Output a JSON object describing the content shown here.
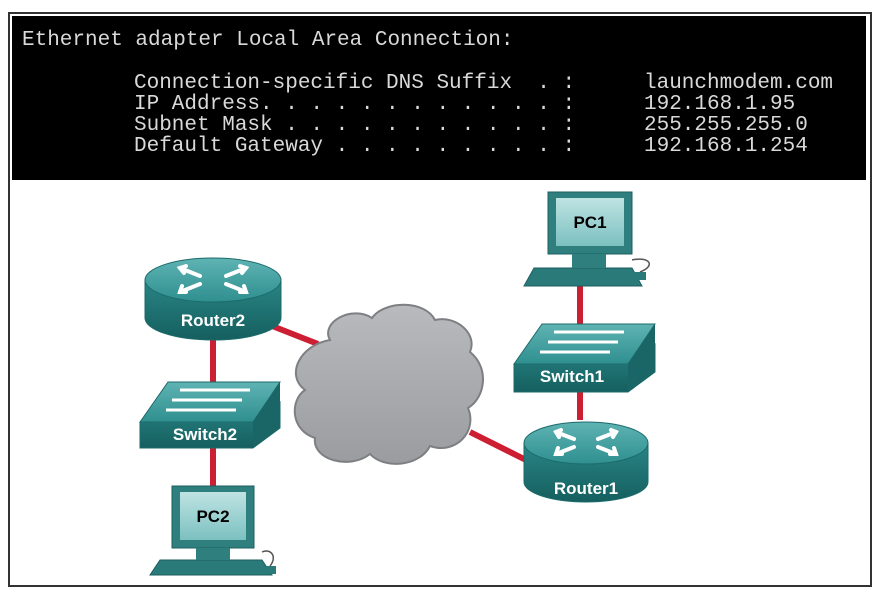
{
  "console": {
    "header": "Ethernet adapter Local Area Connection:",
    "rows": [
      {
        "label": "Connection-specific DNS Suffix  . :",
        "value": "launchmodem.com"
      },
      {
        "label": "IP Address. . . . . . . . . . . . :",
        "value": "192.168.1.95"
      },
      {
        "label": "Subnet Mask . . . . . . . . . . . :",
        "value": "255.255.255.0"
      },
      {
        "label": "Default Gateway . . . . . . . . . :",
        "value": "192.168.1.254"
      }
    ]
  },
  "devices": {
    "router2": "Router2",
    "switch2": "Switch2",
    "pc2": "PC2",
    "pc1": "PC1",
    "switch1": "Switch1",
    "router1": "Router1"
  },
  "colors": {
    "device_teal": "#2e8b8b",
    "link_red": "#cc1f33",
    "cloud_gray": "#a7a9ac"
  }
}
